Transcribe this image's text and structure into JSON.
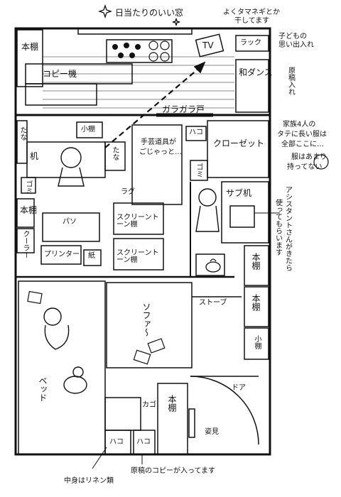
{
  "labels": {
    "window": "日当たりのいい窓",
    "onion_note_1": "よくタマネギとか",
    "onion_note_2": "干してます",
    "bookshelf": "本棚",
    "bookshelf_v": "本棚",
    "rack": "ラック",
    "children_memory_1": "子どもの",
    "children_memory_2": "思い出入れ",
    "tv": "TV",
    "copier": "コピー機",
    "wardrobe": "和ダンス",
    "manuscript_store": "原稿入れ",
    "glass_door": "ガラガラ戸",
    "family_clothes_1": "家族4人の",
    "family_clothes_2": "タテに長い服は",
    "family_clothes_3": "全部ここに…",
    "clothes_unheld_1": "服はあまり",
    "clothes_unheld_2": "持ってない",
    "small_shelf": "小棚",
    "tana": "たな",
    "desk": "机",
    "hako": "ハコ",
    "tools_1": "手芸道具が",
    "tools_2": "ごじゃっと…",
    "closet": "クローゼット",
    "gomi": "ゴミ",
    "rug": "ラグ",
    "sub_desk": "サブ机",
    "assistant_1": "アシスタントさんがきたら",
    "assistant_2": "使ってもらいます",
    "pc": "パソ",
    "cooler": "クーラー",
    "printer": "プリンター",
    "paper": "紙",
    "tone_shelf": "スクリーントーン棚",
    "stove": "ストーブ",
    "sofa": "ソファ～",
    "bed": "ベッド",
    "kago": "カゴ",
    "door": "ドア",
    "mirror": "姿見",
    "linen_note": "中身はリネン類",
    "copy_note": "原稿のコピーが入ってます"
  },
  "icons": [
    "sparkle-icon",
    "onion-icon",
    "sleeping-person-icon",
    "person-at-desk-icon",
    "cat-icon",
    "kettle-icon",
    "book-icon"
  ]
}
